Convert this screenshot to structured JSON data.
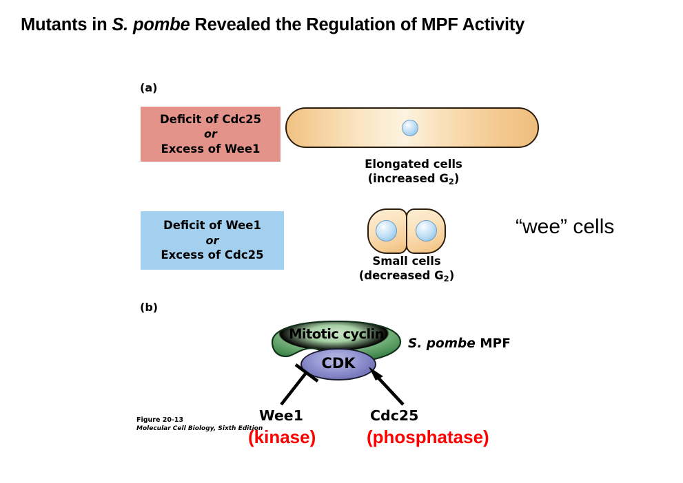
{
  "title": {
    "prefix": "Mutants in ",
    "species": "S. pombe",
    "suffix": " Revealed the Regulation of MPF Activity"
  },
  "panels": {
    "a": {
      "letter": "(a)"
    },
    "b": {
      "letter": "(b)"
    }
  },
  "panel_a": {
    "condition_pink": {
      "line1": "Deficit of Cdc25",
      "or": "or",
      "line2": "Excess of Wee1",
      "color": "#e3938a"
    },
    "condition_blue": {
      "line1": "Deficit of Wee1",
      "or": "or",
      "line2": "Excess of Cdc25",
      "color": "#a4d0ef"
    },
    "elongated": {
      "caption_line1": "Elongated cells",
      "caption_line2_pre": "(increased G",
      "caption_line2_sub": "2",
      "caption_line2_post": ")"
    },
    "small": {
      "caption_line1": "Small cells",
      "caption_line2_pre": "(decreased G",
      "caption_line2_sub": "2",
      "caption_line2_post": ")"
    },
    "wee_cells_label": "“wee” cells"
  },
  "panel_b": {
    "cyclin_label": "Mitotic cyclin",
    "cyclin_color": "#4f9755",
    "cdk_label": "CDK",
    "cdk_color": "#8284c6",
    "complex_label_species": "S. pombe",
    "complex_label_rest": " MPF",
    "regulators": [
      {
        "name": "Wee1",
        "role": "(kinase)",
        "role_color": "#ff0000",
        "effect": "inhibition"
      },
      {
        "name": "Cdc25",
        "role": "(phosphatase)",
        "role_color": "#ff0000",
        "effect": "activation"
      }
    ]
  },
  "credit": {
    "figure_number": "Figure 20-13",
    "source": "Molecular Cell Biology, Sixth Edition"
  }
}
